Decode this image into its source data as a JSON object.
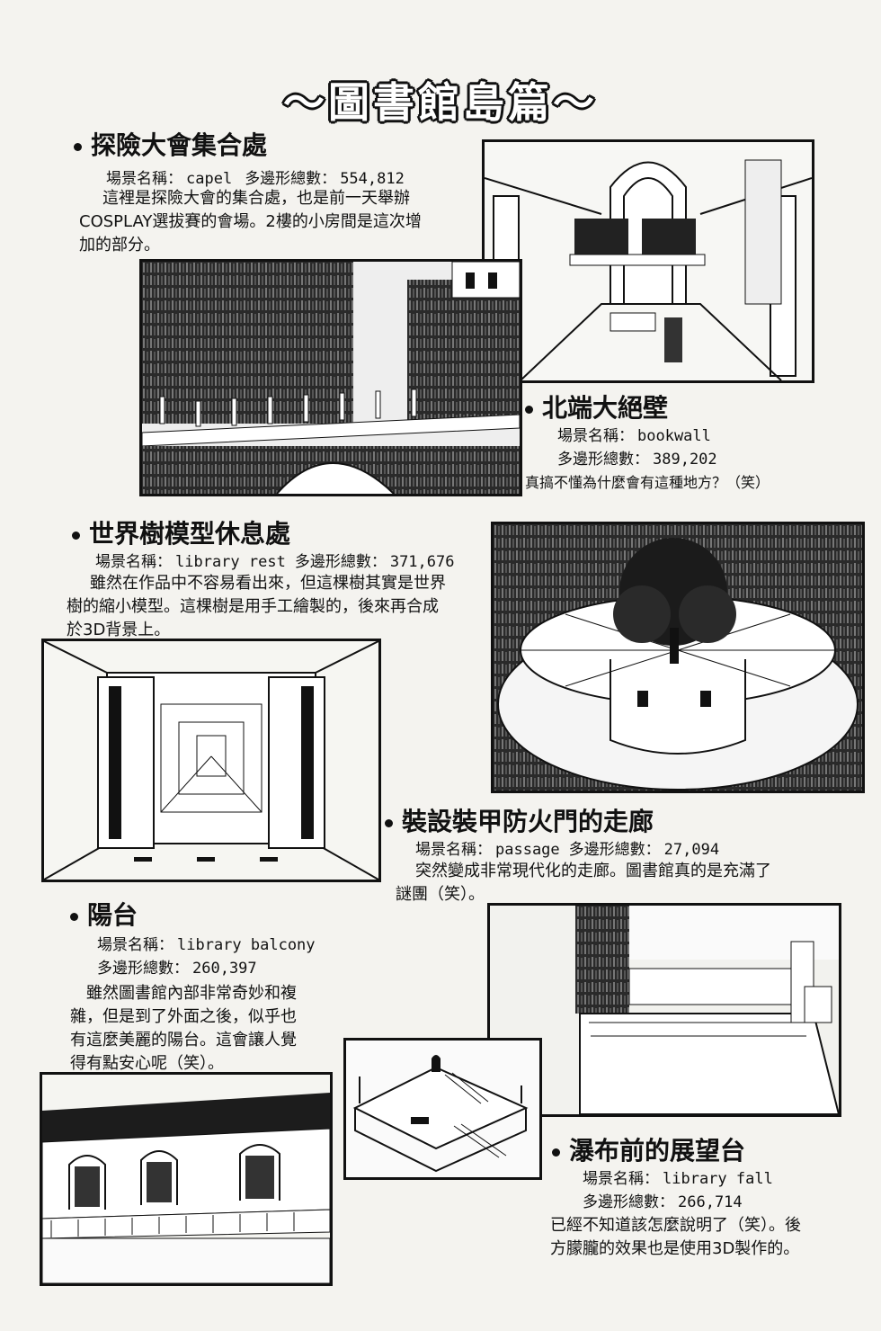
{
  "page_title": "〜圖書館島篇〜",
  "sections": [
    {
      "heading": "探險大會集合處",
      "scene_label": "場景名稱：",
      "scene_name": "capel",
      "poly_label": "多邊形總數：",
      "poly_count": "554,812",
      "desc_lines": [
        "這裡是探險大會的集合處，也是前一天舉辦",
        "COSPLAY選拔賽的會場。2樓的小房間是這次增",
        "加的部分。"
      ]
    },
    {
      "heading": "北端大絕壁",
      "scene_label": "場景名稱：",
      "scene_name": "bookwall",
      "poly_label": "多邊形總數：",
      "poly_count": "389,202",
      "desc_lines": [
        "真搞不懂為什麼會有這種地方？（笑）"
      ]
    },
    {
      "heading": "世界樹模型休息處",
      "scene_label": "場景名稱：",
      "scene_name": "library rest",
      "poly_label": "多邊形總數：",
      "poly_count": "371,676",
      "desc_lines": [
        "雖然在作品中不容易看出來，但這棵樹其實是世界",
        "樹的縮小模型。這棵樹是用手工繪製的，後來再合成",
        "於3D背景上。"
      ]
    },
    {
      "heading": "裝設裝甲防火門的走廊",
      "scene_label": "場景名稱：",
      "scene_name": "passage",
      "poly_label": "多邊形總數：",
      "poly_count": "27,094",
      "desc_lines": [
        "突然變成非常現代化的走廊。圖書館真的是充滿了",
        "謎團（笑）。"
      ]
    },
    {
      "heading": "陽台",
      "scene_label": "場景名稱：",
      "scene_name": "library balcony",
      "poly_label": "多邊形總數：",
      "poly_count": "260,397",
      "desc_lines": [
        "雖然圖書館內部非常奇妙和複",
        "雜，但是到了外面之後，似乎也",
        "有這麼美麗的陽台。這會讓人覺",
        "得有點安心呢（笑）。"
      ]
    },
    {
      "heading": "瀑布前的展望台",
      "scene_label": "場景名稱：",
      "scene_name": "library fall",
      "poly_label": "多邊形總數：",
      "poly_count": "266,714",
      "desc_lines": [
        "已經不知道該怎麼說明了（笑）。後",
        "方朦朧的效果也是使用3D製作的。"
      ]
    }
  ]
}
